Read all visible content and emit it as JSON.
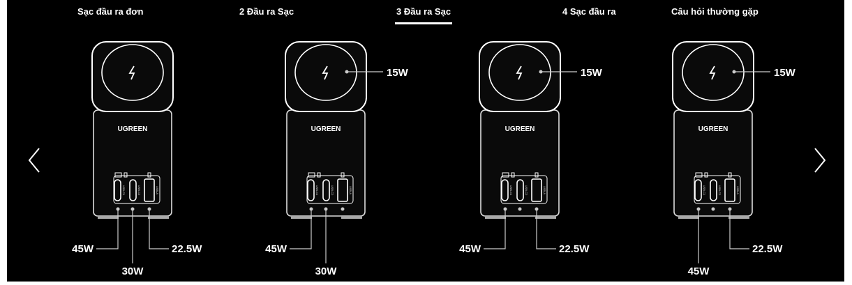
{
  "tabs": [
    {
      "label": "Sạc đầu ra đơn",
      "active": false
    },
    {
      "label": "2 Đầu ra Sạc",
      "active": false
    },
    {
      "label": "3 Đầu ra Sạc",
      "active": true
    },
    {
      "label": "4 Sạc đầu ra",
      "active": false
    },
    {
      "label": "Câu hỏi thường gặp",
      "active": false
    }
  ],
  "brand": "UGREEN",
  "port_labels": [
    "USB-C1",
    "USB-C2",
    "USB-A"
  ],
  "panels": [
    {
      "wireless": null,
      "c1": "45W",
      "c2": "30W",
      "a": "22.5W",
      "c1_down": false
    },
    {
      "wireless": "15W",
      "c1": "45W",
      "c2": "30W",
      "a": null,
      "c1_down": false
    },
    {
      "wireless": "15W",
      "c1": "45W",
      "c2": null,
      "a": "22.5W",
      "c1_down": false
    },
    {
      "wireless": "15W",
      "c1": "45W",
      "c2": null,
      "a": "22.5W",
      "c1_down": true
    }
  ],
  "nav": {
    "prev_icon": "chevron-left-icon",
    "next_icon": "chevron-right-icon"
  },
  "colors": {
    "background": "#000000",
    "foreground": "#ffffff"
  }
}
